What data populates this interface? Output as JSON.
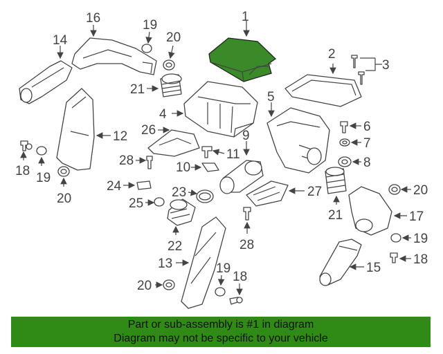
{
  "callouts": {
    "c1": "1",
    "c2": "2",
    "c3": "3",
    "c4": "4",
    "c5": "5",
    "c6": "6",
    "c7": "7",
    "c8": "8",
    "c9": "9",
    "c10": "10",
    "c11": "11",
    "c12": "12",
    "c13": "13",
    "c14": "14",
    "c15": "15",
    "c16": "16",
    "c17": "17",
    "c18a": "18",
    "c18b": "18",
    "c18c": "18",
    "c19a": "19",
    "c19b": "19",
    "c19c": "19",
    "c19d": "19",
    "c20a": "20",
    "c20b": "20",
    "c20c": "20",
    "c20d": "20",
    "c21a": "21",
    "c21b": "21",
    "c22": "22",
    "c23": "23",
    "c24": "24",
    "c25": "25",
    "c26": "26",
    "c27": "27",
    "c28a": "28",
    "c28b": "28"
  },
  "banner": {
    "line1": "Part or sub-assembly is #1 in diagram",
    "line2": "Diagram may not be specific to your vehicle"
  },
  "colors": {
    "highlight": "#3a8a2a",
    "banner": "#2f8a16"
  }
}
